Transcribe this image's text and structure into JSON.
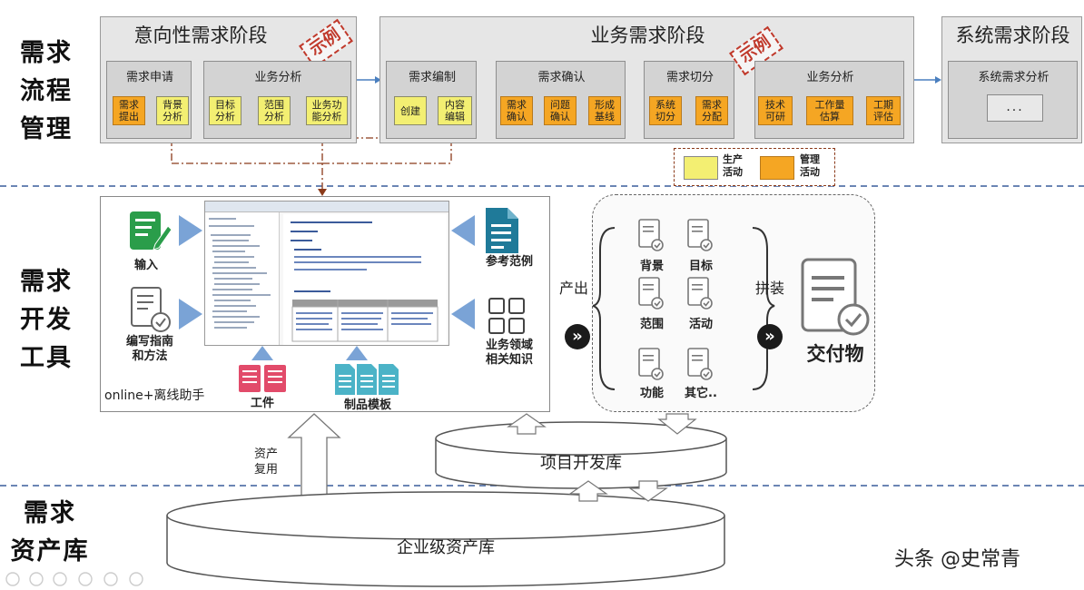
{
  "rows": {
    "process": [
      "需求",
      "流程",
      "管理"
    ],
    "tools": [
      "需求",
      "开发",
      "工具"
    ],
    "assets": [
      "需求",
      "资产库"
    ]
  },
  "stages": {
    "intent": {
      "title": "意向性需求阶段",
      "stamp": "示例",
      "groups": [
        {
          "title": "需求申请",
          "activities": [
            {
              "label": "需求\n提出",
              "kind": "mgmt"
            },
            {
              "label": "背景\n分析",
              "kind": "prod"
            }
          ]
        },
        {
          "title": "业务分析",
          "activities": [
            {
              "label": "目标\n分析",
              "kind": "prod"
            },
            {
              "label": "范围\n分析",
              "kind": "prod"
            },
            {
              "label": "业务功\n能分析",
              "kind": "prod"
            }
          ]
        }
      ]
    },
    "business": {
      "title": "业务需求阶段",
      "stamp": "示例",
      "groups": [
        {
          "title": "需求编制",
          "activities": [
            {
              "label": "创建",
              "kind": "prod"
            },
            {
              "label": "内容\n编辑",
              "kind": "prod"
            }
          ]
        },
        {
          "title": "需求确认",
          "activities": [
            {
              "label": "需求\n确认",
              "kind": "mgmt"
            },
            {
              "label": "问题\n确认",
              "kind": "mgmt"
            },
            {
              "label": "形成\n基线",
              "kind": "mgmt"
            }
          ]
        },
        {
          "title": "需求切分",
          "activities": [
            {
              "label": "系统\n切分",
              "kind": "mgmt"
            },
            {
              "label": "需求\n分配",
              "kind": "mgmt"
            }
          ]
        },
        {
          "title": "业务分析",
          "activities": [
            {
              "label": "技术\n可研",
              "kind": "mgmt"
            },
            {
              "label": "工作量\n估算",
              "kind": "mgmt"
            },
            {
              "label": "工期\n评估",
              "kind": "mgmt"
            }
          ]
        }
      ]
    },
    "system": {
      "title": "系统需求阶段",
      "groups": [
        {
          "title": "系统需求分析",
          "placeholder": "..."
        }
      ]
    }
  },
  "legend": {
    "production": "生产\n活动",
    "management": "管理\n活动",
    "colors": {
      "production": "#f3ef72",
      "management": "#f5a623"
    }
  },
  "tool": {
    "assistant_label": "online+离线助手",
    "inputs": [
      {
        "label": "输入",
        "icon": "edit-document-icon"
      },
      {
        "label": "编写指南\n和方法",
        "icon": "guide-document-icon"
      },
      {
        "label": "参考范例",
        "icon": "reference-document-icon"
      },
      {
        "label": "业务领域\n相关知识",
        "icon": "knowledge-grid-icon"
      },
      {
        "label": "工件",
        "icon": "artifact-icon"
      },
      {
        "label": "制品模板",
        "icon": "template-icon"
      }
    ]
  },
  "outputs": {
    "produce_label": "产出",
    "assemble_label": "拼装",
    "items": [
      "背景",
      "目标",
      "范围",
      "活动",
      "功能",
      "其它.."
    ],
    "deliverable": "交付物"
  },
  "repos": {
    "project": "项目开发库",
    "enterprise": "企业级资产库",
    "reuse_label": "资产\n复用"
  },
  "watermark": "头条 @史常青",
  "colors": {
    "accent": "#4a7fbf",
    "dashed_line": "#8b3a1a",
    "stamp": "#c0392b"
  }
}
